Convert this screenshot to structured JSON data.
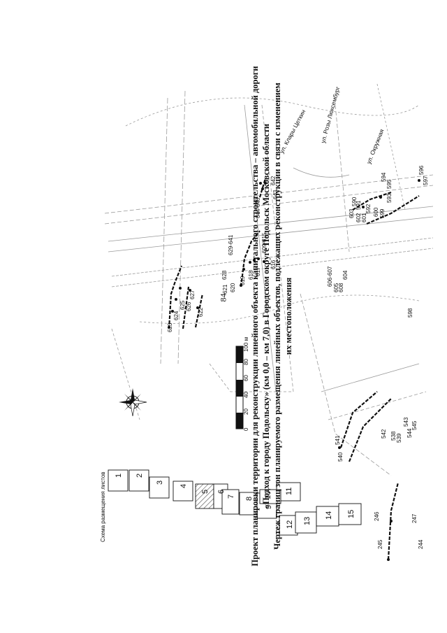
{
  "page_number": "84",
  "title": {
    "line1": "Проект планировки территории для реконструкции линейного объекта капитального строительства – автомобильной дороги",
    "line2": "«Подход к городу Подольску» (км 0,0 – км 7,0) в Городском округе Подольск Московской области",
    "line3": "Чертеж границ зон планируемого размещения линейных объектов, подлежащих реконструкции в связи с изменением",
    "line4": "их местоположения"
  },
  "scale": {
    "ticks": [
      "0",
      "20",
      "40",
      "60",
      "80",
      "100 м"
    ]
  },
  "compass": {
    "icon": "compass-rose-icon"
  },
  "sheet_scheme": {
    "title": "Схема размещения листов",
    "sheets": [
      "1",
      "2",
      "3",
      "4",
      "5",
      "6",
      "7",
      "8",
      "9",
      "10",
      "11",
      "12",
      "13",
      "14",
      "15"
    ],
    "highlighted": "5"
  },
  "streets": [
    "ул. Клары Цеткин",
    "ул. Розы Люксембург",
    "ул. Окружная"
  ],
  "points": {
    "group_623": [
      "623",
      "624",
      "625",
      "626",
      "627",
      "622"
    ],
    "group_628": [
      "628",
      "621",
      "620",
      "619",
      "618",
      "617",
      "616"
    ],
    "group_629": [
      "629-641",
      "609-615"
    ],
    "group_642": [
      "642",
      "643",
      "644-648"
    ],
    "group_606": [
      "606-607",
      "605",
      "608",
      "604"
    ],
    "group_603": [
      "603",
      "602",
      "601",
      "600",
      "599",
      "598",
      "597",
      "596",
      "595",
      "594",
      "593",
      "592",
      "591",
      "590"
    ],
    "group_540": [
      "540",
      "541",
      "542",
      "543",
      "544",
      "545",
      "539",
      "538"
    ],
    "group_245": [
      "245",
      "246",
      "247",
      "244"
    ]
  },
  "colors": {
    "ink": "#111111",
    "hatch": "#333333"
  }
}
